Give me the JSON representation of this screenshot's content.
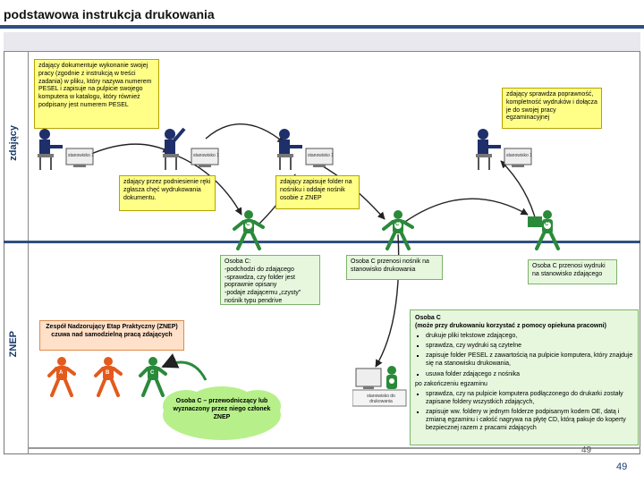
{
  "title": "podstawowa instrukcja drukowania",
  "lanes": {
    "top_label": "zdający",
    "bottom_label": "ZNEP"
  },
  "notes": {
    "n1": "zdający dokumentuje wykonanie swojej pracy (zgodnie z instrukcją w treści zadania) w pliku, który nazywa numerem PESEL i zapisuje na pulpicie swojego komputera w katalogu, który również podpisany jest numerem PESEL",
    "n2": "zdający sprawdza poprawność, kompletność wydruków i dołącza je do swojej pracy egzaminacyjnej",
    "n3": "zdający przez podniesienie ręki zgłasza chęć wydrukowania dokumentu.",
    "n4": "zdający zapisuje folder na nośniku i oddaje nośnik osobie z ZNEP",
    "n5": "Osoba C:\n-podchodzi do zdającego\n-sprawdza, czy folder jest poprawnie opisany\n-podaje zdającemu „czysty” nośnik typu pendrive",
    "n6": "Osoba C przenosi nośnik na stanowisko drukowania",
    "n7": "Osoba C przenosi wydruki na stanowisko zdającego",
    "n8": "Zespół Nadzorujący Etap Praktyczny (ZNEP) czuwa nad samodzielną pracą zdających"
  },
  "monitor_labels": {
    "m1": "stanowisko 1",
    "m2": "stanowisko 1",
    "m3": "stanowisko 1",
    "m4": "stanowisko 1",
    "print": "stanowisko do drukowania"
  },
  "person_letters": {
    "c": "C",
    "a": "A",
    "b": "B"
  },
  "cloud": {
    "text": "Osoba C – przewodniczący lub wyznaczony przez niego członek ZNEP"
  },
  "big_box": {
    "header": "Osoba C\n(może przy drukowaniu korzystać z pomocy opiekuna pracowni)",
    "items": [
      "drukuje pliki tekstowe zdającego,",
      "sprawdza, czy wydruki są czytelne",
      "zapisuje folder PESEL z zawartością na pulpicie komputera, który znajduje się na stanowisku drukowania,",
      "usuwa folder zdającego z nośnika",
      "sprawdza, czy na pulpicie komputera podłączonego do drukarki zostały zapisane foldery wszystkich zdających,",
      "zapisuje ww. foldery w jednym folderze podpisanym kodem OE, datą i zmianą egzaminu i całość nagrywa na płytę CD, którą pakuje do koperty bezpiecznej razem z pracami zdających"
    ],
    "middle_line": "po zakończeniu egzaminu"
  },
  "page_number_small": "49",
  "page_number": "49",
  "colors": {
    "title_rule": "#2f4f7f",
    "lane_divider": "#2f4f7f",
    "person_green": "#2a8a3a",
    "person_orange": "#e35a1c",
    "person_navy": "#1e2f6a",
    "arrow": "#222222",
    "note_yellow": "#ffff88",
    "note_green": "#e6f7dd",
    "note_peach": "#ffe0c8",
    "cloud_green": "#b7f08a"
  }
}
